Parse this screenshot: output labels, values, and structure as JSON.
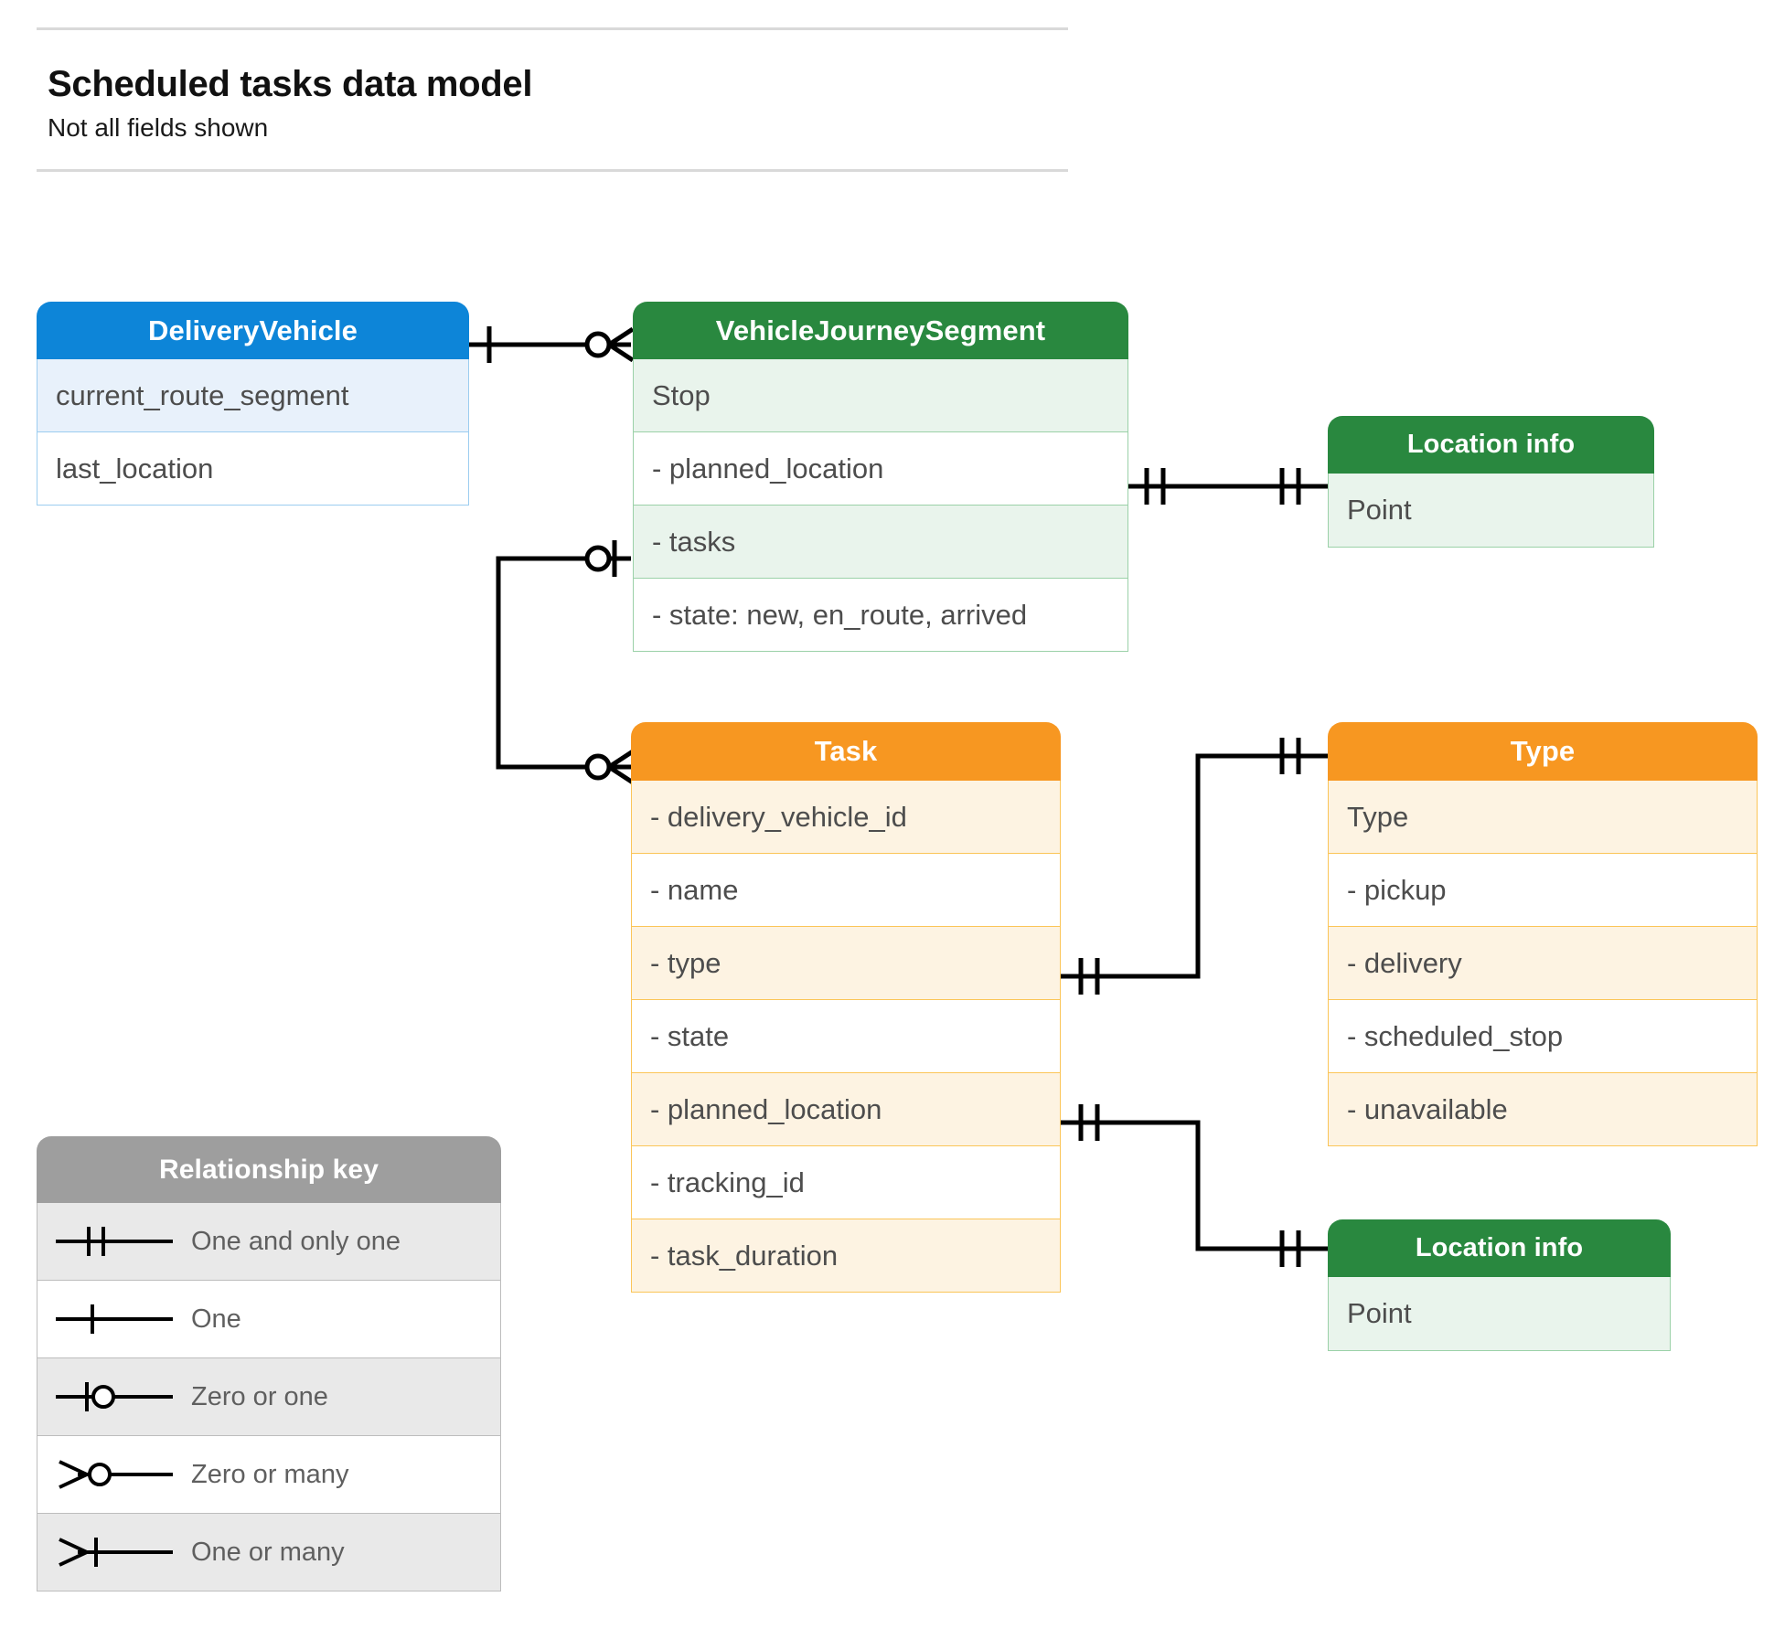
{
  "header": {
    "title": "Scheduled tasks data model",
    "subtitle": "Not all fields shown"
  },
  "entities": {
    "delivery_vehicle": {
      "title": "DeliveryVehicle",
      "rows": [
        "current_route_segment",
        "last_location"
      ]
    },
    "vehicle_journey_segment": {
      "title": "VehicleJourneySegment",
      "rows": [
        "Stop",
        "-  planned_location",
        "- tasks",
        "- state: new, en_route, arrived"
      ]
    },
    "location_info_top": {
      "title": "Location info",
      "rows": [
        "Point"
      ]
    },
    "task": {
      "title": "Task",
      "rows": [
        "- delivery_vehicle_id",
        "- name",
        "- type",
        "- state",
        "- planned_location",
        "- tracking_id",
        "- task_duration"
      ]
    },
    "type": {
      "title": "Type",
      "rows": [
        "Type",
        "-   pickup",
        "-   delivery",
        "-   scheduled_stop",
        "-   unavailable"
      ]
    },
    "location_info_bottom": {
      "title": "Location info",
      "rows": [
        "Point"
      ]
    }
  },
  "legend": {
    "title": "Relationship key",
    "items": [
      {
        "symbol": "one-and-only-one",
        "label": "One and only one"
      },
      {
        "symbol": "one",
        "label": "One"
      },
      {
        "symbol": "zero-or-one",
        "label": "Zero or one"
      },
      {
        "symbol": "zero-or-many",
        "label": "Zero or many"
      },
      {
        "symbol": "one-or-many",
        "label": "One or many"
      }
    ]
  },
  "relationships": [
    {
      "from": "delivery_vehicle",
      "from_marker": "one",
      "to": "vehicle_journey_segment",
      "to_marker": "zero-or-many"
    },
    {
      "from": "vehicle_journey_segment.planned_location",
      "from_marker": "one-and-only-one",
      "to": "location_info_top",
      "to_marker": "one-and-only-one"
    },
    {
      "from": "vehicle_journey_segment.tasks",
      "from_marker": "zero-or-one",
      "to": "task",
      "to_marker": "zero-or-many"
    },
    {
      "from": "task.type",
      "from_marker": "one-and-only-one",
      "to": "type",
      "to_marker": "one-and-only-one"
    },
    {
      "from": "task.planned_location",
      "from_marker": "one-and-only-one",
      "to": "location_info_bottom",
      "to_marker": "one-and-only-one"
    }
  ],
  "colors": {
    "blue": "#0d85d8",
    "green": "#29883f",
    "orange": "#f79721",
    "grey": "#9e9e9e",
    "line": "#000000",
    "text": "#4d4d4d"
  }
}
